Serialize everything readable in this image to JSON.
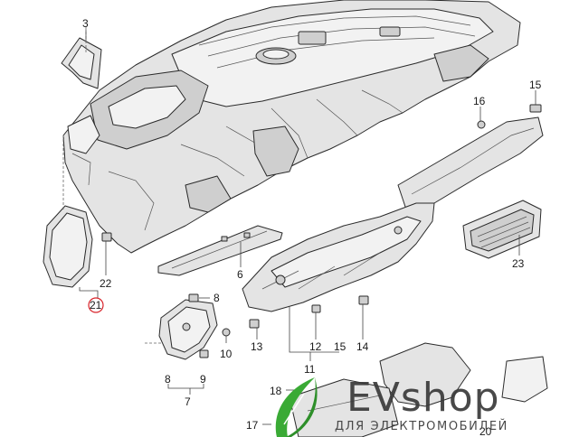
{
  "callouts": {
    "c3": "3",
    "c15_top": "15",
    "c16": "16",
    "c22": "22",
    "c21": "21",
    "c6": "6",
    "c23": "23",
    "c8_top": "8",
    "c13": "13",
    "c12": "12",
    "c15_bottom": "15",
    "c14": "14",
    "c10": "10",
    "c11": "11",
    "c8_bottom": "8",
    "c9": "9",
    "c7": "7",
    "c18": "18",
    "c17": "17",
    "c20": "20"
  },
  "watermark": {
    "brand": "EVshop",
    "tagline": "ДЛЯ ЭЛЕКТРОМОБИЛЕЙ",
    "leaf_color": "#3aaa35",
    "text_color": "#3a3a3a"
  }
}
